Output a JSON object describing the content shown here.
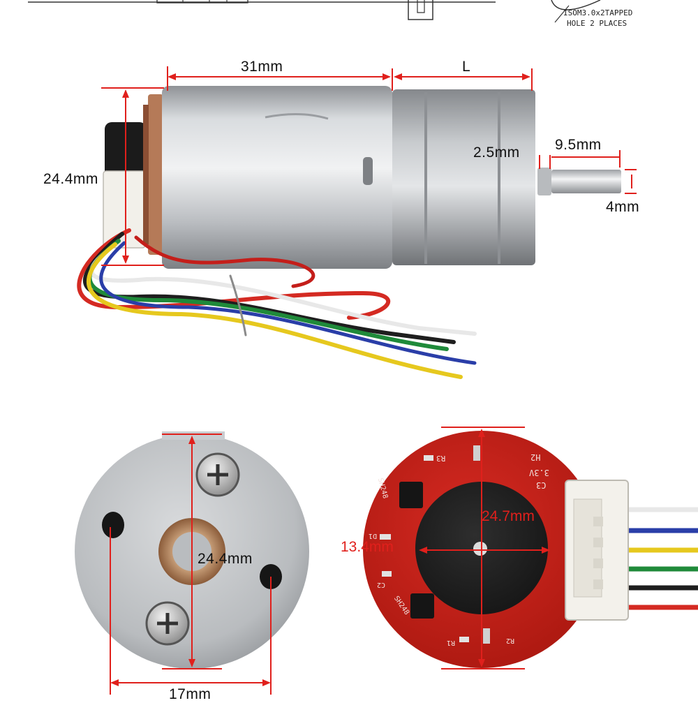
{
  "drawing_note": {
    "line1": "ISOM3.0x2TAPPED",
    "line2": "HOLE 2 PLACES"
  },
  "side_view": {
    "motor_length": "31mm",
    "gearbox_length": "L",
    "body_diameter": "24.4mm",
    "shaft_collar": "2.5mm",
    "shaft_length": "9.5mm",
    "shaft_diameter": "4mm"
  },
  "front_view": {
    "face_diameter": "24.4mm",
    "hole_spacing": "17mm"
  },
  "encoder_view": {
    "board_diameter": "24.7mm",
    "magnet_diameter": "13.4mm",
    "silk_h2": "H2",
    "silk_c3": "C3",
    "silk_r3": "R3",
    "silk_d1": "D1",
    "silk_c2": "C2",
    "silk_r1": "R1",
    "silk_r2": "R2",
    "silk_ic1": "SH248",
    "silk_ic2": "SH248",
    "silk_vcc": "3.3V"
  },
  "colors": {
    "dimension_red": "#e0201c",
    "pcb_red": "#c8211c",
    "metal": "#c9ccd0"
  },
  "wires": [
    "red",
    "black",
    "green",
    "white",
    "yellow",
    "blue"
  ]
}
